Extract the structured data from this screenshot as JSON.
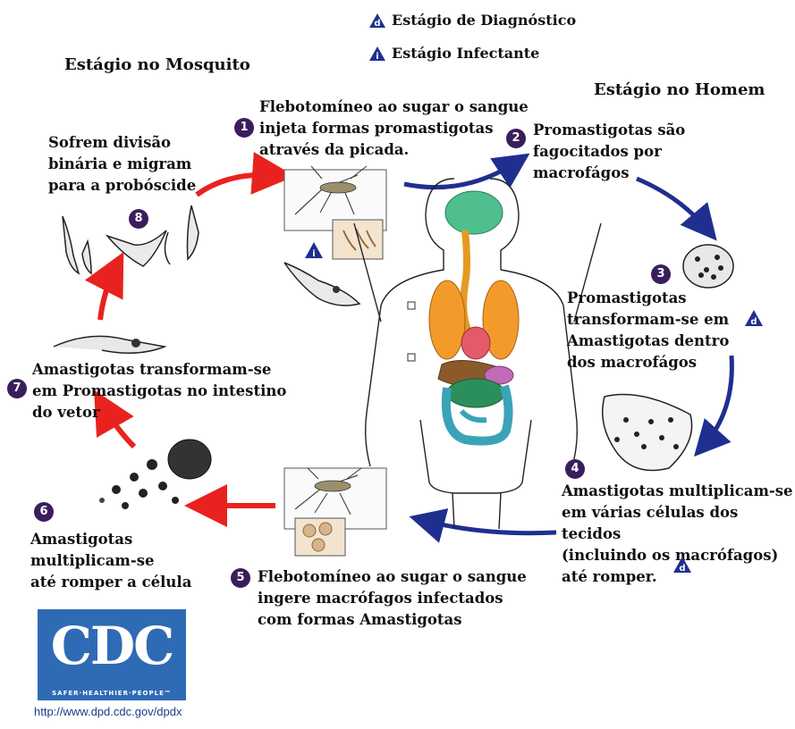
{
  "legend": {
    "diagnostic_label": "Estágio de Diagnóstico",
    "infective_label": "Estágio Infectante",
    "diagnostic_symbol": "d",
    "infective_symbol": "i"
  },
  "headers": {
    "mosquito_stage": "Estágio no Mosquito",
    "human_stage": "Estágio no Homem"
  },
  "steps": [
    {
      "number": "1",
      "text": "Flebotomíneo ao sugar o sangue\ninjeta formas promastigotas\natravés da picada."
    },
    {
      "number": "2",
      "text": "Promastigotas são\nfagocitados por\nmacrofágos"
    },
    {
      "number": "3",
      "text": "Promastigotas\ntransformam-se em\nAmastigotas dentro\ndos macrofágos"
    },
    {
      "number": "4",
      "text": "Amastigotas multiplicam-se\nem várias células dos tecidos\n(incluindo os macrófagos)\naté romper."
    },
    {
      "number": "5",
      "text": "Flebotomíneo ao sugar o sangue\ningere macrófagos infectados\ncom formas Amastigotas"
    },
    {
      "number": "6",
      "text": "Amastigotas\nmultiplicam-se\naté romper a célula"
    },
    {
      "number": "7",
      "text": "Amastigotas transformam-se\nem Promastigotas no intestino\ndo vetor"
    },
    {
      "number": "8",
      "text": "Sofrem divisão\nbinária e migram\npara a probóscide"
    }
  ],
  "logo": {
    "text": "CDC",
    "tagline": "SAFER·HEALTHIER·PEOPLE™",
    "url": "http://www.dpd.cdc.gov/dpdx"
  },
  "colors": {
    "mosquito_arrow": "#e8231f",
    "human_arrow": "#1f2f8f",
    "badge": "#3a1e5c",
    "cdc_blue": "#2f6bb4"
  }
}
